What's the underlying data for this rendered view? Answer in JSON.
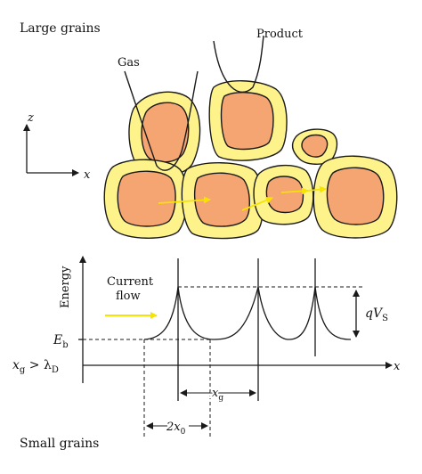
{
  "labels": {
    "large_grains": "Large grains",
    "gas": "Gas",
    "product": "Product",
    "axis_z": "z",
    "axis_x": "x",
    "energy": "Energy",
    "current_flow_line1": "Current",
    "current_flow_line2": "flow",
    "qvs_q": "qV",
    "qvs_sub": "S",
    "eb_main": "E",
    "eb_sub": "b",
    "xg_condition_main": "x",
    "xg_condition_sub": "g",
    "xg_condition_rel": " > λ",
    "xg_condition_sub2": "D",
    "energy_x_axis": "x",
    "xg_main": "x",
    "xg_sub": "g",
    "two_x0_main": "2x",
    "two_x0_sub": "0",
    "small_grains": "Small grains"
  },
  "colors": {
    "grain_shell": "#fdf38a",
    "grain_core": "#f4a571",
    "outline": "#1a1a1a",
    "arrow": "#f7e300",
    "text": "#111111"
  }
}
